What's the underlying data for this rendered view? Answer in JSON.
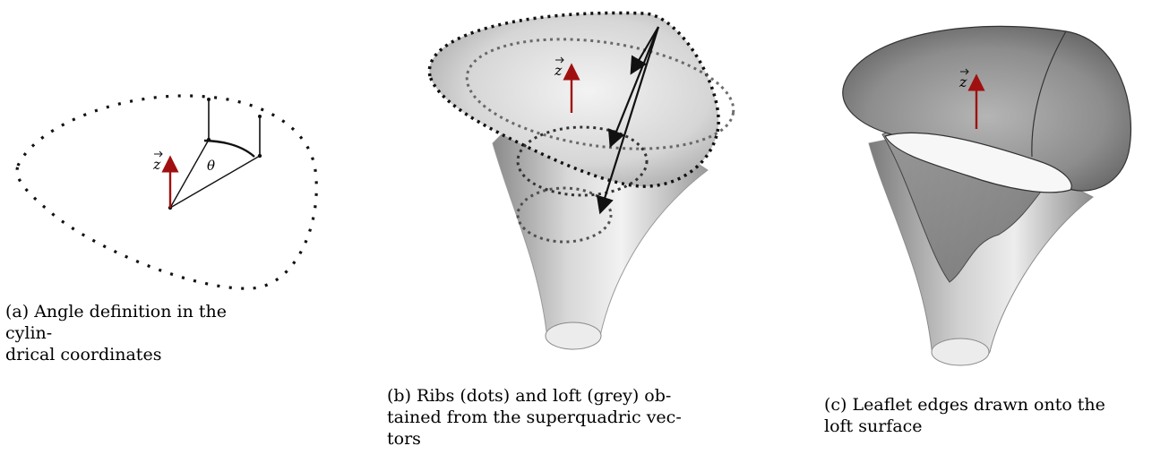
{
  "panels": {
    "a": {
      "caption_label": "(a)",
      "caption_lines": [
        "Angle definition in the cylin-",
        "drical coordinates"
      ],
      "z_label": "z",
      "theta_label": "θ"
    },
    "b": {
      "caption_label": "(b)",
      "caption_lines": [
        "Ribs (dots) and loft (grey) ob-",
        "tained from the superquadric vec-",
        "tors"
      ],
      "z_label": "z"
    },
    "c": {
      "caption_label": "(c)",
      "caption_lines": [
        "Leaflet edges drawn onto the",
        "loft surface"
      ],
      "z_label": "z"
    }
  },
  "colors": {
    "z_arrow": "#a01010",
    "dots": "#111111",
    "surface_light": "#e6e6e6",
    "surface_dark": "#6e6e6e"
  }
}
